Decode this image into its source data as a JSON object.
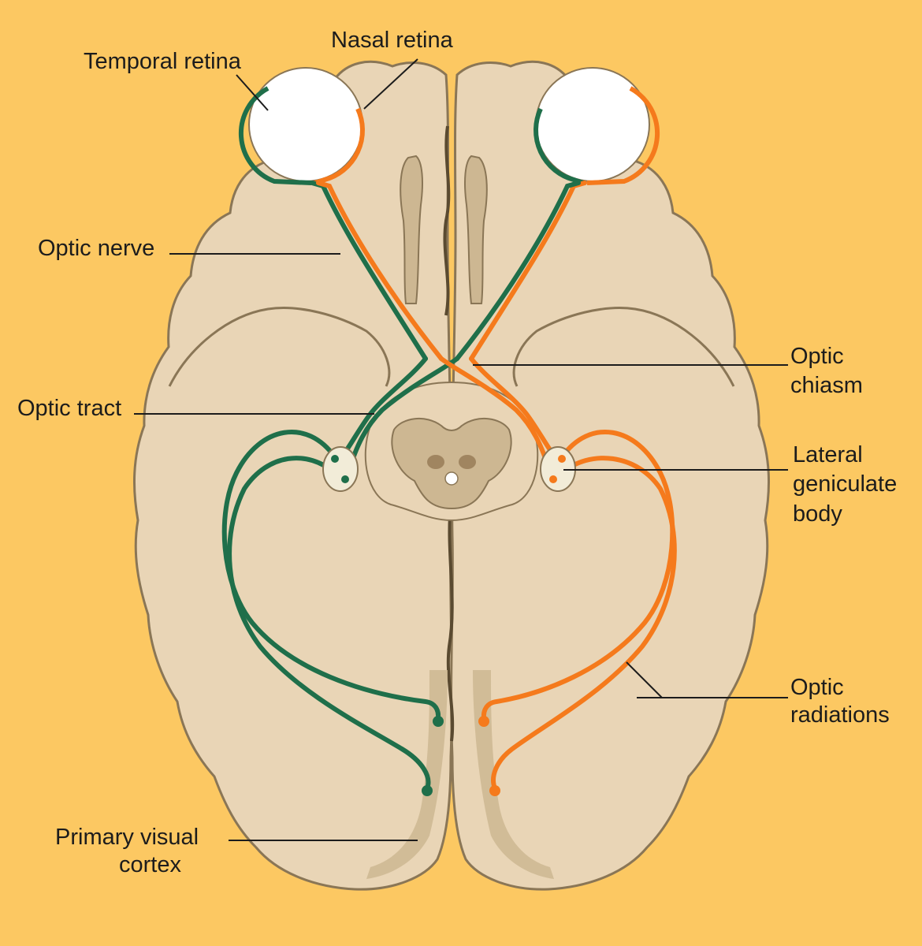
{
  "colors": {
    "background": "#fcc862",
    "brain": "#e9d5b6",
    "brain_outline": "#8a7656",
    "deep_structure": "#cdb792",
    "eye": "#ffffff",
    "pathway_left": "#1f6f4a",
    "pathway_right": "#f57a1c",
    "text": "#1c1c1c"
  },
  "labels": {
    "temporal_retina": "Temporal retina",
    "nasal_retina": "Nasal retina",
    "optic_nerve": "Optic nerve",
    "optic_chiasm_1": "Optic",
    "optic_chiasm_2": "chiasm",
    "optic_tract": "Optic tract",
    "lgb_1": "Lateral",
    "lgb_2": "geniculate",
    "lgb_3": "body",
    "optic_radiations_1": "Optic",
    "optic_radiations_2": "radiations",
    "visual_cortex_1": "Primary visual",
    "visual_cortex_2": "cortex"
  }
}
